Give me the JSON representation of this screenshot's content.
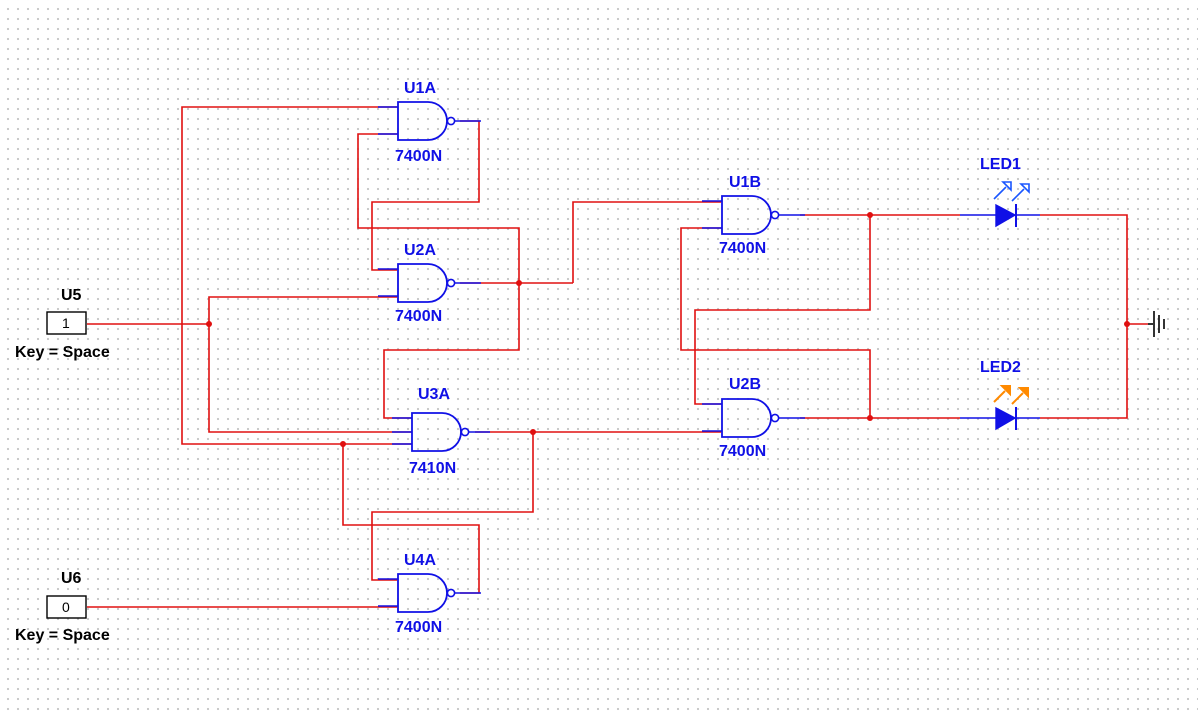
{
  "colors": {
    "wire": "#e01010",
    "component": "#1010e6",
    "led1_arrows": "#1a56ff",
    "led2_arrows": "#ff8a00",
    "junction": "#e01010",
    "switch_text": "#000000"
  },
  "gates": {
    "u1a": {
      "ref": "U1A",
      "part": "7400N"
    },
    "u2a": {
      "ref": "U2A",
      "part": "7400N"
    },
    "u3a": {
      "ref": "U3A",
      "part": "7410N"
    },
    "u4a": {
      "ref": "U4A",
      "part": "7400N"
    },
    "u1b": {
      "ref": "U1B",
      "part": "7400N"
    },
    "u2b": {
      "ref": "U2B",
      "part": "7400N"
    }
  },
  "switches": {
    "u5": {
      "ref": "U5",
      "value": "1",
      "key": "Key = Space"
    },
    "u6": {
      "ref": "U6",
      "value": "0",
      "key": "Key = Space"
    }
  },
  "leds": {
    "led1": {
      "ref": "LED1",
      "state": "off",
      "arrow_icon": "light-emission-arrows-icon"
    },
    "led2": {
      "ref": "LED2",
      "state": "on",
      "arrow_icon": "light-emission-arrows-icon"
    }
  },
  "ground": {
    "icon": "ground-icon"
  }
}
